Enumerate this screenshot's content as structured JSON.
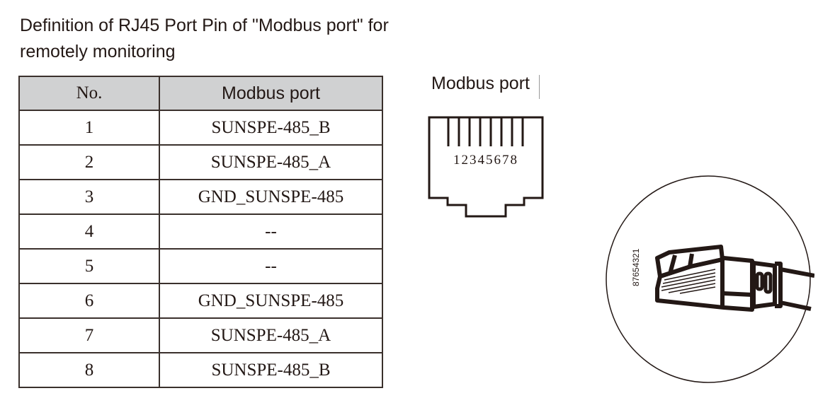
{
  "title": "Definition of RJ45 Port Pin of \"Modbus port\" for remotely monitoring",
  "table": {
    "headers": [
      "No.",
      "Modbus port"
    ],
    "rows": [
      {
        "no": "1",
        "port": "SUNSPE-485_B"
      },
      {
        "no": "2",
        "port": "SUNSPE-485_A"
      },
      {
        "no": "3",
        "port": "GND_SUNSPE-485"
      },
      {
        "no": "4",
        "port": "--"
      },
      {
        "no": "5",
        "port": "--"
      },
      {
        "no": "6",
        "port": "GND_SUNSPE-485"
      },
      {
        "no": "7",
        "port": "SUNSPE-485_A"
      },
      {
        "no": "8",
        "port": "SUNSPE-485_B"
      }
    ]
  },
  "diagram": {
    "port_label": "Modbus port",
    "pin_numbers": "12345678",
    "plug_pin_numbers": "87654321"
  },
  "colors": {
    "header_bg": "#d0d1d2",
    "line": "#231815"
  }
}
